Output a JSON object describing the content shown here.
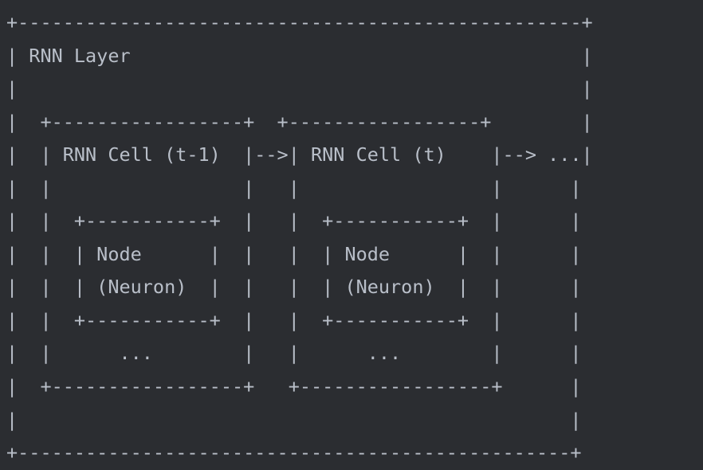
{
  "meta": {
    "title": "RNN Layer",
    "kind": "ascii-art-diagram",
    "columns": 52,
    "rows": 14
  },
  "colors": {
    "background": "#2b2d31",
    "text": "#b9bfc9"
  },
  "labels": {
    "outer_box_title": "RNN Layer",
    "cell_prev_label": "RNN Cell (t-1)",
    "cell_curr_label": "RNN Cell (t)",
    "node_label_line1": "Node",
    "node_label_line2": "(Neuron)",
    "ellipsis": "...",
    "arrow": "-->"
  },
  "diagram": {
    "outer_box": {
      "title": "RNN Layer",
      "top_border": "+--------------------------------------------------+",
      "bottom_border": "+--------------------------------------------------+"
    },
    "cells": [
      {
        "name": "RNN Cell (t-1)",
        "top_border": "+-----------------+",
        "bottom_border": "+-----------------+",
        "node": {
          "top_border": "+-----------+",
          "line1": "Node",
          "line2": "(Neuron)",
          "bottom_border": "+-----------+",
          "more": "..."
        },
        "outgoing_arrow": "-->"
      },
      {
        "name": "RNN Cell (t)",
        "top_border": "+-----------------+",
        "bottom_border": "+-----------------+",
        "node": {
          "top_border": "+-----------+",
          "line1": "Node",
          "line2": "(Neuron)",
          "bottom_border": "+-----------+",
          "more": "..."
        },
        "outgoing_arrow": "--> ..."
      }
    ]
  },
  "lines": [
    "+--------------------------------------------------+",
    "| RNN Layer                                        |",
    "|                                                  |",
    "|  +-----------------+  +-----------------+        |",
    "|  | RNN Cell (t-1)  |--| RNN Cell (t)    |--> ...|",
    "|  |                 |  |                 |       |",
    "|  |  +-----------+  |  |  +-----------+  |       |",
    "|  |  | Node      |  |  |  | Node      |  |       |",
    "|  |  | (Neuron)  |  |  |  | (Neuron)  |  |       |",
    "|  |  +-----------+  |  |  +-----------+  |       |",
    "|  |       ...       |  |       ...       |       |",
    "|  +-----------------+  +-----------------+       |",
    "|                                                 |",
    "+-------------------------------------------------+"
  ],
  "rendered_lines": [
    "+--------------------------------------------------+",
    "| RNN Layer                                        |",
    "|                                                  |",
    "|  +-----------------+  +-----------------+        |",
    "|  | RNN Cell (t-1)  |-->| RNN Cell (t)    |--> ...|",
    "|  |                 |   |                 |      |",
    "|  |  +-----------+  |   |  +-----------+  |      |",
    "|  |  | Node      |  |   |  | Node      |  |      |",
    "|  |  | (Neuron)  |  |   |  | (Neuron)  |  |      |",
    "|  |  +-----------+  |   |  +-----------+  |      |",
    "|  |      ...        |   |      ...        |      |",
    "|  +-----------------+   +-----------------+      |",
    "|                                                 |",
    "+-------------------------------------------------+"
  ]
}
